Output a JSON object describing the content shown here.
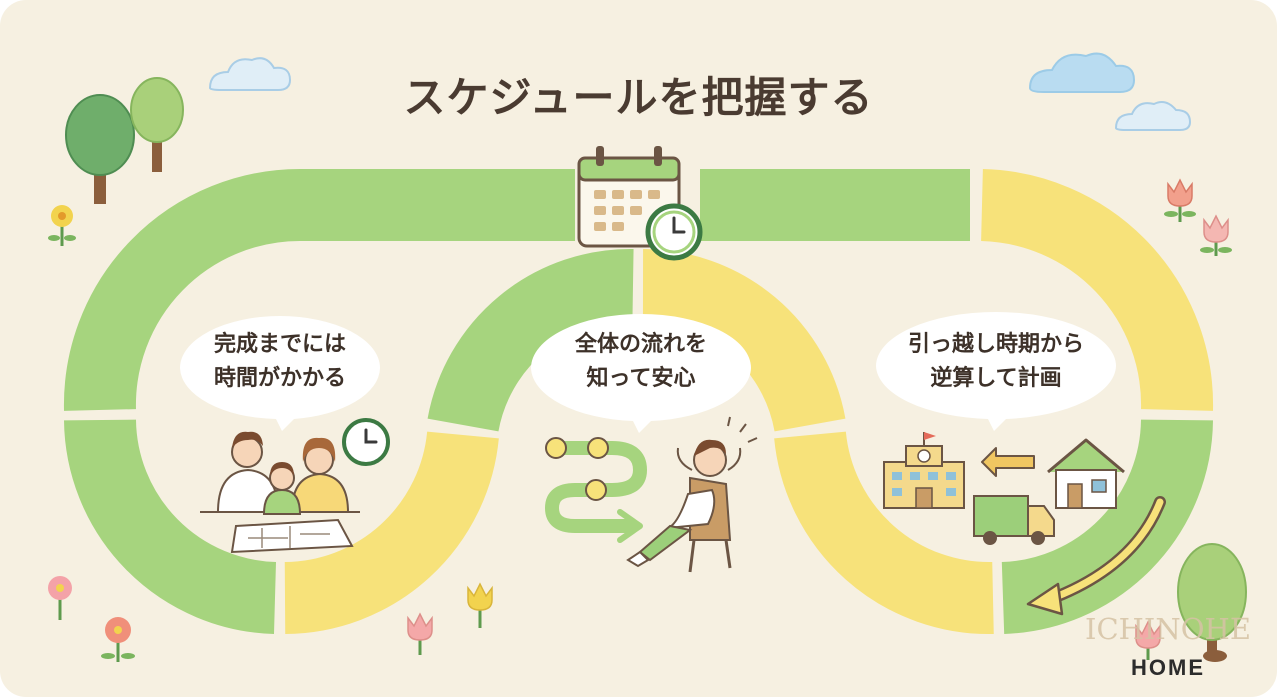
{
  "title": "スケジュールを把握する",
  "bubbles": [
    {
      "line1": "完成までには",
      "line2": "時間がかかる"
    },
    {
      "line1": "全体の流れを",
      "line2": "知って安心"
    },
    {
      "line1": "引っ越し時期から",
      "line2": "逆算して計画"
    }
  ],
  "brand": {
    "name_top": "ICHINOHE",
    "name_bottom": "HOME"
  },
  "icons": [
    "calendar-clock-icon",
    "family-planning-illustration",
    "clock-icon",
    "route-flow-icon",
    "relaxing-man-illustration",
    "school-building-icon",
    "arrow-left-icon",
    "house-icon",
    "moving-truck-icon",
    "curved-arrow-icon",
    "tree-icon",
    "flower-icon",
    "tulip-icon",
    "cloud-icon"
  ],
  "colors": {
    "background": "#f6f0e1",
    "green_path": "#a6d47e",
    "yellow_path": "#f7e27a",
    "text": "#4a3b31",
    "bubble": "#ffffff"
  }
}
